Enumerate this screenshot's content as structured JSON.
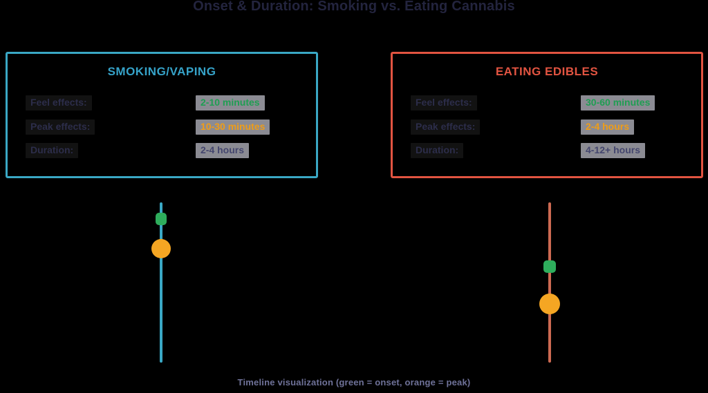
{
  "title": "Onset & Duration: Smoking vs. Eating Cannabis",
  "caption": "Timeline visualization (green = onset, orange = peak)",
  "colors": {
    "background": "#000000",
    "smoking_accent": "#3aa8c5",
    "edibles_accent": "#e25441",
    "onset_green": "#2ead5c",
    "peak_orange": "#f5a623",
    "duration_navy": "#44466e",
    "highlight_gray": "#8b8b93",
    "caption_purple": "#6f7299",
    "title_navy": "#23243e"
  },
  "cards": [
    {
      "title": "SMOKING/VAPING",
      "rows": [
        {
          "label": "Feel effects:",
          "value": "2-10 minutes"
        },
        {
          "label": "Peak effects:",
          "value": "10-30 minutes"
        },
        {
          "label": "Duration:",
          "value": "2-4 hours"
        }
      ]
    },
    {
      "title": "EATING EDIBLES",
      "rows": [
        {
          "label": "Feel effects:",
          "value": "30-60 minutes"
        },
        {
          "label": "Peak effects:",
          "value": "2-4 hours"
        },
        {
          "label": "Duration:",
          "value": "4-12+ hours"
        }
      ]
    }
  ],
  "timelines": [
    {
      "name": "smoking",
      "line_color": "#3aa8c5",
      "markers": [
        "onset",
        "peak"
      ]
    },
    {
      "name": "edibles",
      "line_color": "#cd6a52",
      "markers": [
        "onset",
        "peak"
      ]
    }
  ]
}
